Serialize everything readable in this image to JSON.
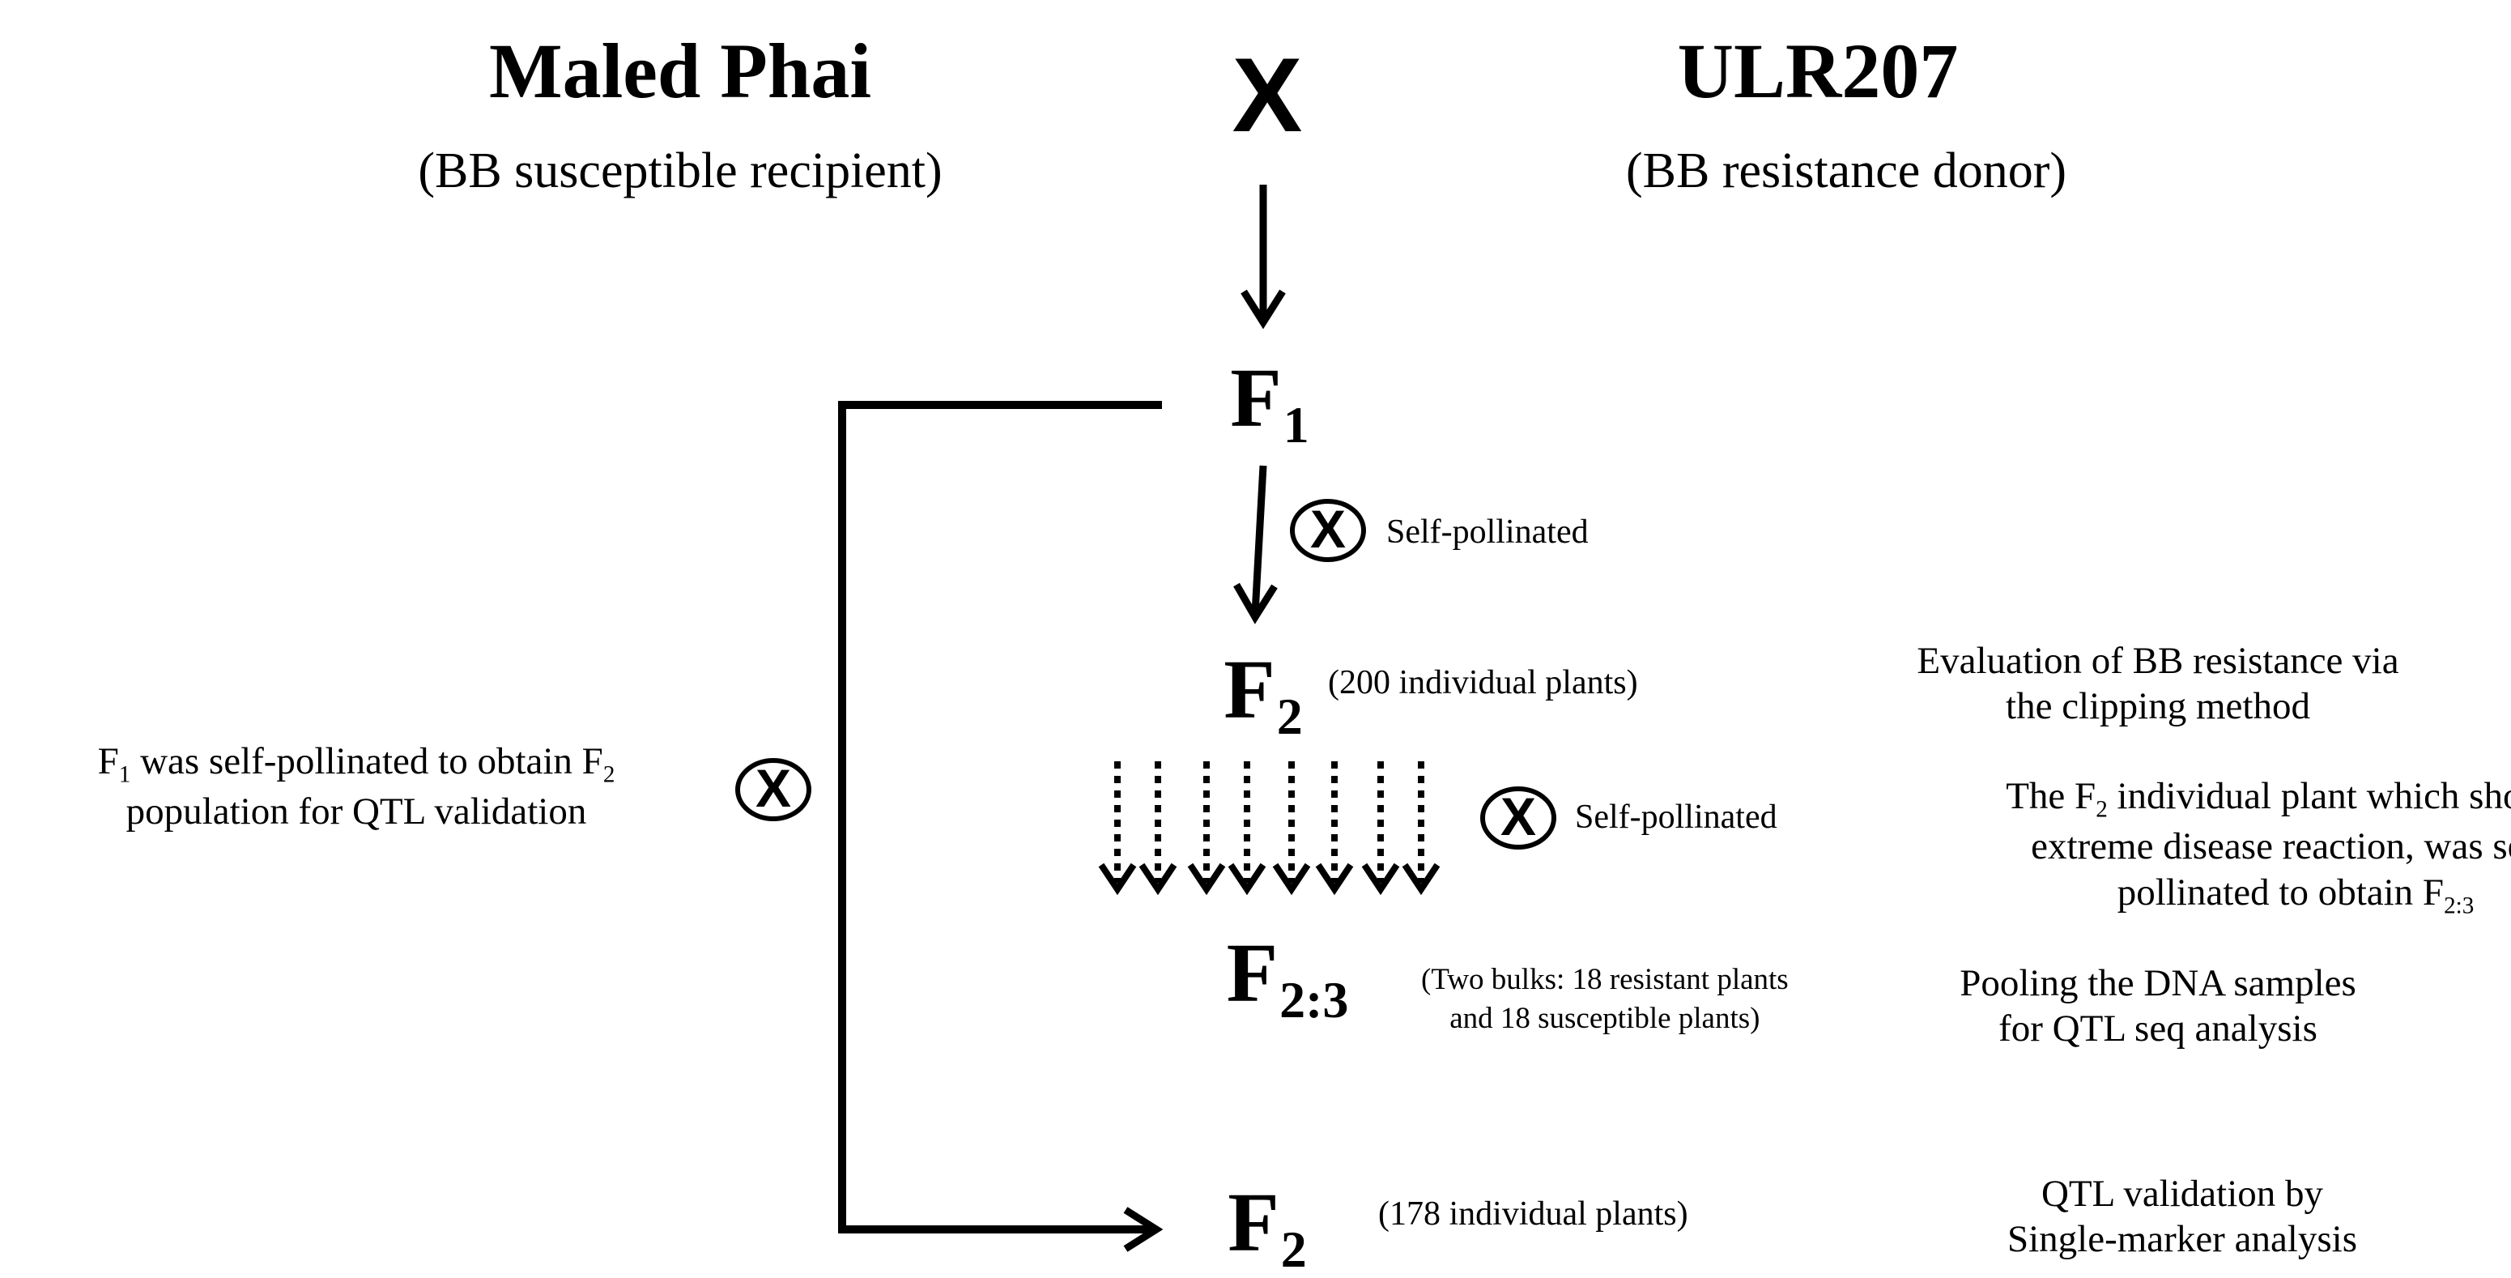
{
  "parents": {
    "recipient": {
      "name": "Maled Phai",
      "role": "(BB susceptible recipient)"
    },
    "cross_symbol": "X",
    "donor": {
      "name": "ULR207",
      "role": "(BB resistance donor)"
    }
  },
  "generations": {
    "f1": {
      "base": "F",
      "sub": "1"
    },
    "f2": {
      "base": "F",
      "sub": "2",
      "note": "(200  individual plants)"
    },
    "f23": {
      "base": "F",
      "sub": "2:3",
      "note_line1": "(Two bulks: 18 resistant plants",
      "note_line2": "and 18 susceptible plants)"
    },
    "f2_validation": {
      "base": "F",
      "sub": "2",
      "note": "(178 individual plants)"
    }
  },
  "self_pollination": {
    "symbol": "X",
    "label_1": "Self-pollinated",
    "label_2": "Self-pollinated"
  },
  "left_note": {
    "line1_pre": "F",
    "line1_sub1": "1",
    "line1_mid": " was self-pollinated to obtain F",
    "line1_sub2": "2",
    "line2": "population for QTL validation"
  },
  "descriptions": {
    "evaluation": {
      "line1": "Evaluation of BB resistance via",
      "line2": "the clipping method"
    },
    "selection": {
      "line1_pre": "The F",
      "line1_sub": "2",
      "line1_post": " individual plant which showed",
      "line2": "extreme disease reaction, was self-",
      "line3_pre": "pollinated to obtain F",
      "line3_sub": "2:3"
    },
    "pooling": {
      "line1": "Pooling the DNA samples",
      "line2": "for QTL seq analysis"
    },
    "validation": {
      "line1": "QTL validation by",
      "line2": "Single-marker analysis"
    }
  }
}
